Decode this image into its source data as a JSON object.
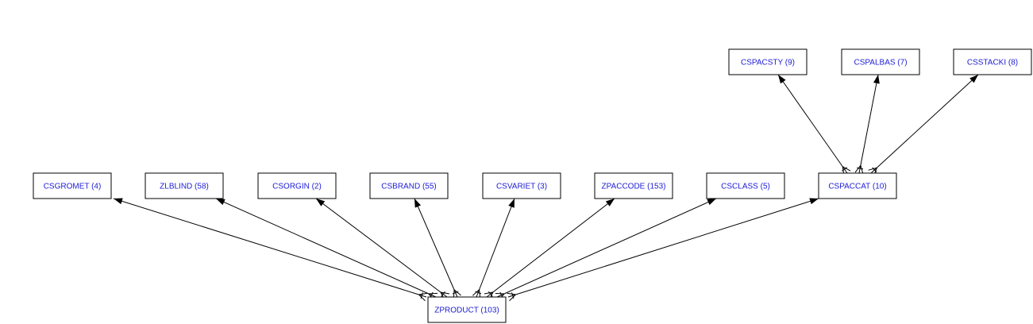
{
  "diagram": {
    "nodes": [
      {
        "id": "csgromet",
        "label": "CSGROMET (4)"
      },
      {
        "id": "zlblind",
        "label": "ZLBLIND (58)"
      },
      {
        "id": "csorgin",
        "label": "CSORGIN (2)"
      },
      {
        "id": "csbrand",
        "label": "CSBRAND (55)"
      },
      {
        "id": "csvariet",
        "label": "CSVARIET (3)"
      },
      {
        "id": "zpaccode",
        "label": "ZPACCODE (153)"
      },
      {
        "id": "csclass",
        "label": "CSCLASS (5)"
      },
      {
        "id": "cspaccat",
        "label": "CSPACCAT (10)"
      },
      {
        "id": "cspacsty",
        "label": "CSPACSTY (9)"
      },
      {
        "id": "cspalbas",
        "label": "CSPALBAS (7)"
      },
      {
        "id": "csstacki",
        "label": "CSSTACKI (8)"
      },
      {
        "id": "zproduct",
        "label": "ZPRODUCT (103)"
      }
    ],
    "edges": [
      {
        "from": "zproduct",
        "to": "csgromet"
      },
      {
        "from": "zproduct",
        "to": "zlblind"
      },
      {
        "from": "zproduct",
        "to": "csorgin"
      },
      {
        "from": "zproduct",
        "to": "csbrand"
      },
      {
        "from": "zproduct",
        "to": "csvariet"
      },
      {
        "from": "zproduct",
        "to": "zpaccode"
      },
      {
        "from": "zproduct",
        "to": "csclass"
      },
      {
        "from": "zproduct",
        "to": "cspaccat"
      },
      {
        "from": "cspaccat",
        "to": "cspacsty"
      },
      {
        "from": "cspaccat",
        "to": "cspalbas"
      },
      {
        "from": "cspaccat",
        "to": "csstacki"
      }
    ]
  }
}
